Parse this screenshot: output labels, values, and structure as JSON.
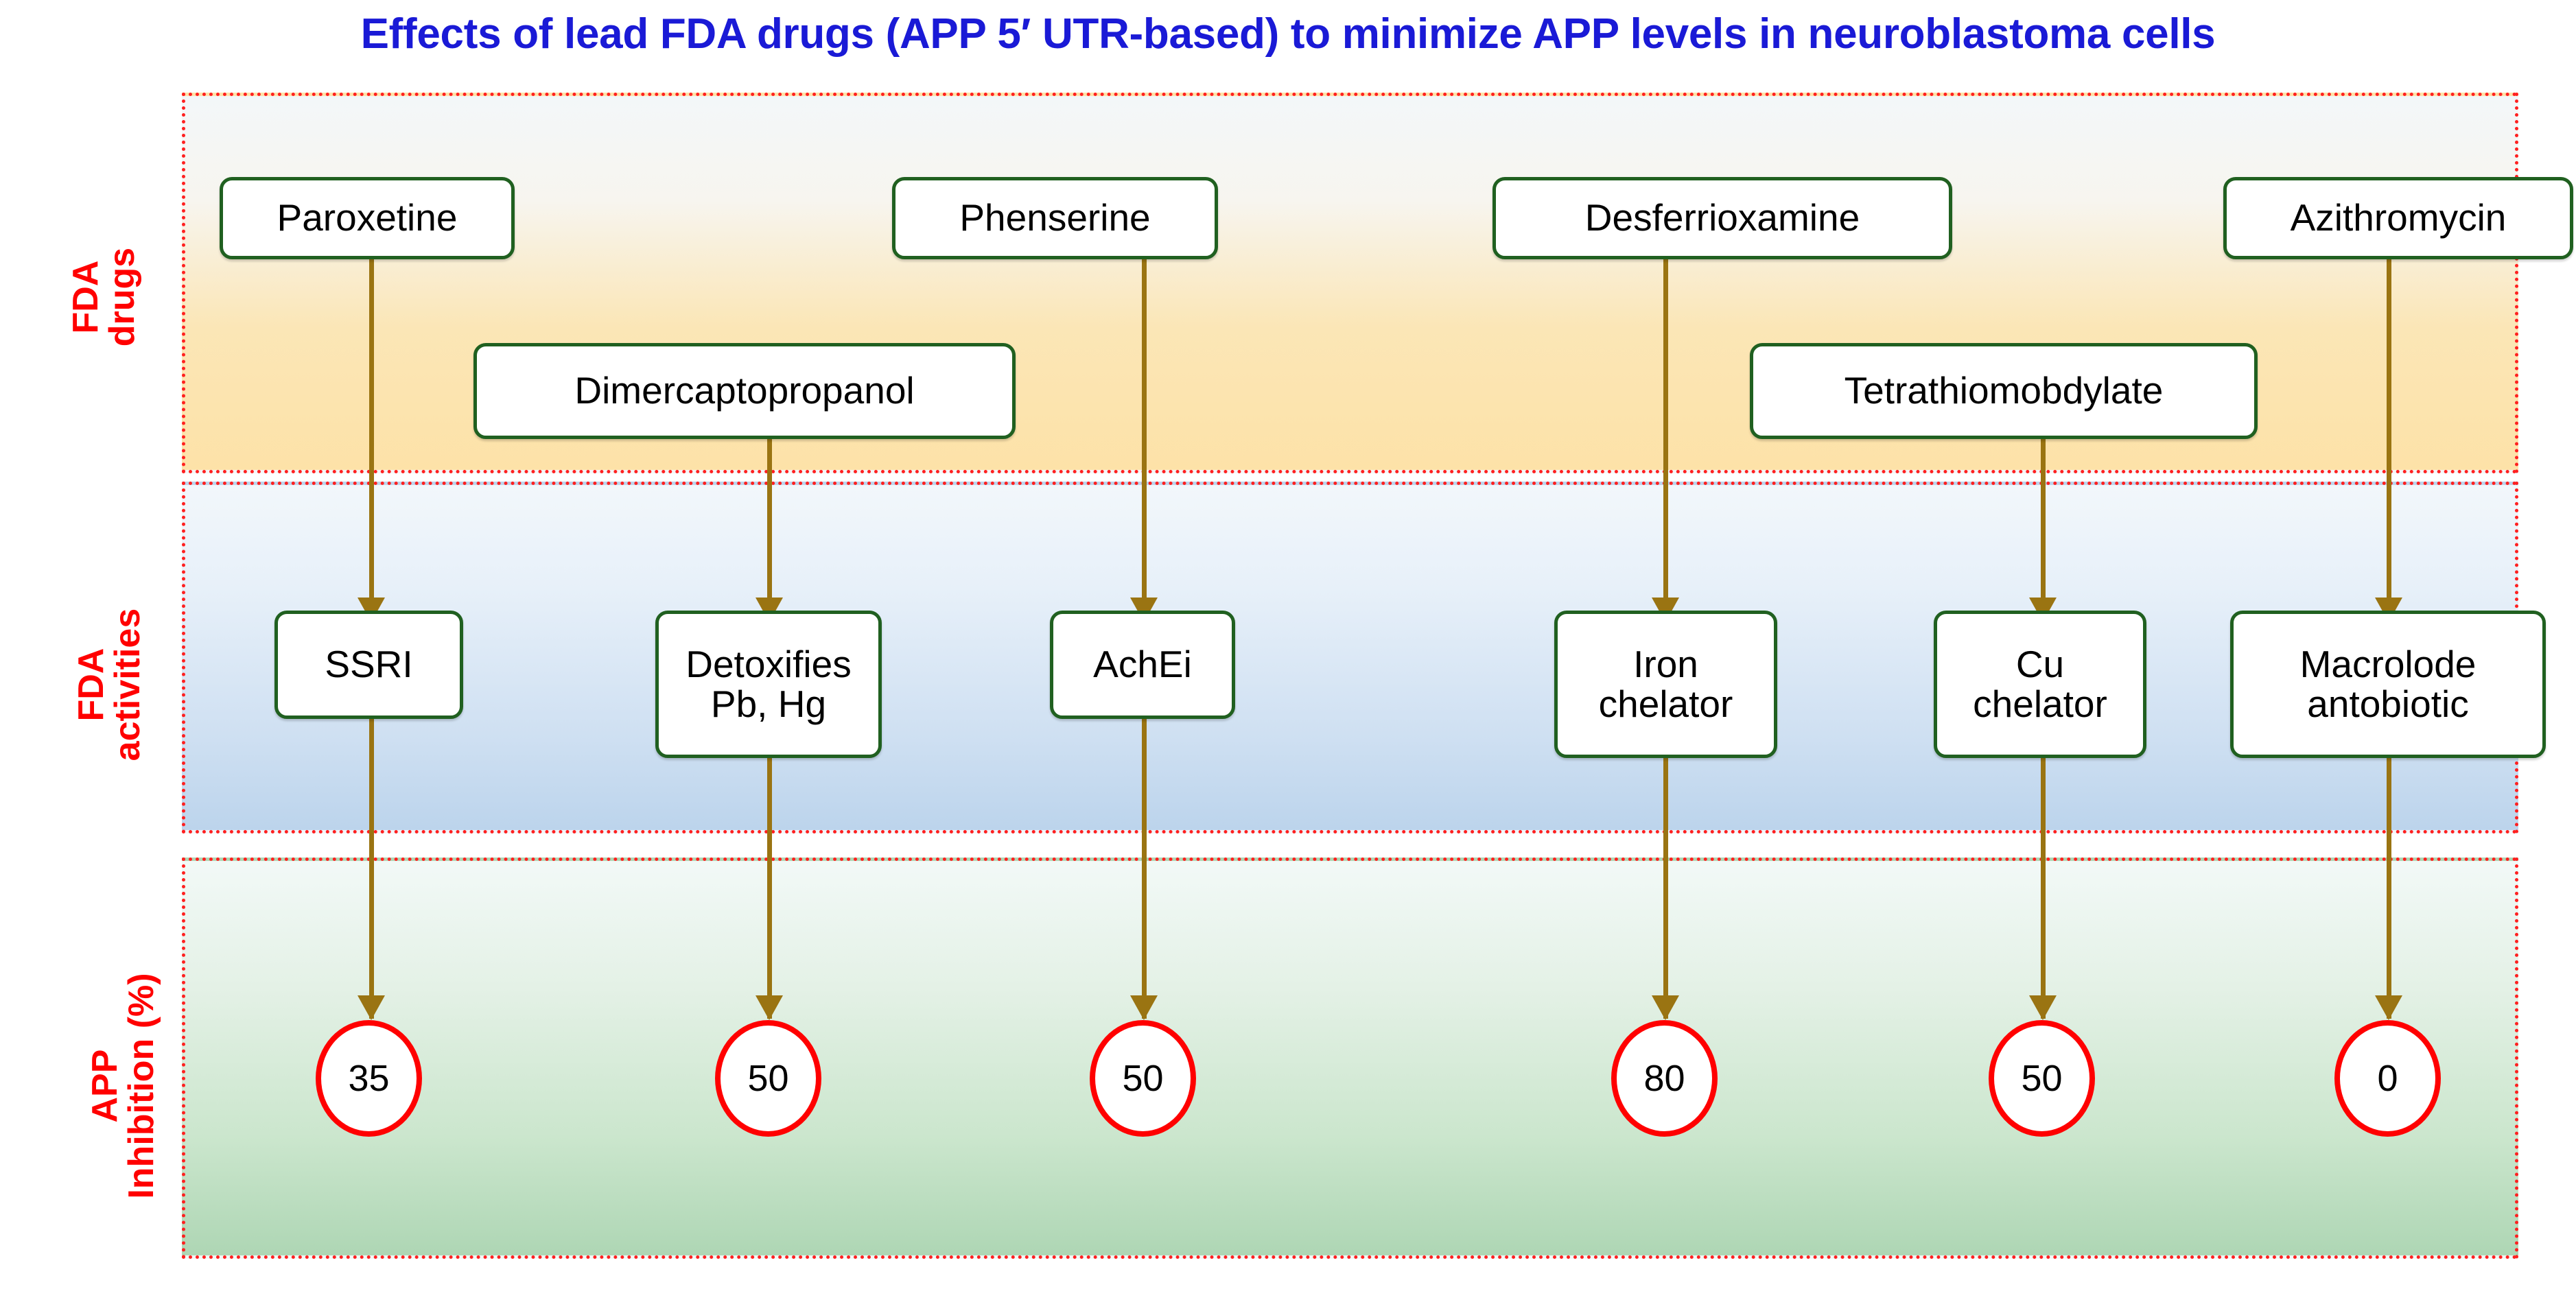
{
  "title": "Effects of lead FDA drugs (APP 5′ UTR-based) to minimize APP levels in neuroblastoma cells",
  "colors": {
    "title": "#1a1ad6",
    "row_label": "#ff0000",
    "node_border": "#206020",
    "circle_border": "#ff0000",
    "arrow": "#9a7412",
    "band_border": "#ff2020"
  },
  "rows": {
    "drugs": {
      "label": "FDA\ndrugs"
    },
    "activities": {
      "label": "FDA\nactivities"
    },
    "inhibition": {
      "label": "APP\nInhibition (%)"
    }
  },
  "drugs": [
    {
      "name": "Paroxetine"
    },
    {
      "name": "Dimercaptopropanol"
    },
    {
      "name": "Phenserine"
    },
    {
      "name": "Desferrioxamine"
    },
    {
      "name": "Tetrathiomobdylate"
    },
    {
      "name": "Azithromycin"
    }
  ],
  "activities": [
    {
      "name": "SSRI"
    },
    {
      "name": "Detoxifies\nPb, Hg"
    },
    {
      "name": "AchEi"
    },
    {
      "name": "Iron\nchelator"
    },
    {
      "name": "Cu\nchelator"
    },
    {
      "name": "Macrolode\nantobiotic"
    }
  ],
  "inhibition": [
    {
      "value": "35"
    },
    {
      "value": "50"
    },
    {
      "value": "50"
    },
    {
      "value": "80"
    },
    {
      "value": "50"
    },
    {
      "value": "0"
    }
  ],
  "chart_data": {
    "type": "diagram",
    "title": "Effects of lead FDA drugs (APP 5′ UTR-based) to minimize APP levels in neuroblastoma cells",
    "tiers": [
      "FDA drugs",
      "FDA activities",
      "APP Inhibition (%)"
    ],
    "ylabel": "APP Inhibition (%)",
    "categories": [
      "Paroxetine",
      "Dimercaptopropanol",
      "Phenserine",
      "Desferrioxamine",
      "Tetrathiomobdylate",
      "Azithromycin"
    ],
    "values": [
      35,
      50,
      50,
      80,
      50,
      0
    ],
    "ylim": [
      0,
      100
    ],
    "mapping": [
      {
        "drug": "Paroxetine",
        "activity": "SSRI",
        "app_inhibition_percent": 35
      },
      {
        "drug": "Dimercaptopropanol",
        "activity": "Detoxifies Pb, Hg",
        "app_inhibition_percent": 50
      },
      {
        "drug": "Phenserine",
        "activity": "AchEi",
        "app_inhibition_percent": 50
      },
      {
        "drug": "Desferrioxamine",
        "activity": "Iron chelator",
        "app_inhibition_percent": 80
      },
      {
        "drug": "Tetrathiomobdylate",
        "activity": "Cu chelator",
        "app_inhibition_percent": 50
      },
      {
        "drug": "Azithromycin",
        "activity": "Macrolode antobiotic",
        "app_inhibition_percent": 0
      }
    ]
  }
}
